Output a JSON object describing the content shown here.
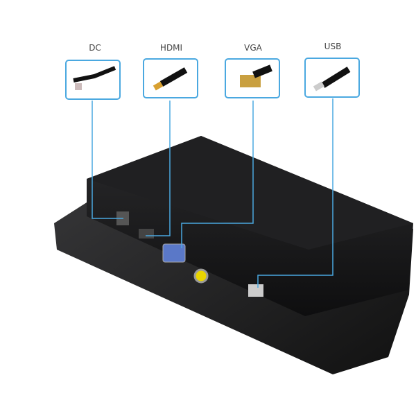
{
  "ports": [
    {
      "label": "DC"
    },
    {
      "label": "HDMI"
    },
    {
      "label": "VGA"
    },
    {
      "label": "USB"
    }
  ],
  "colors": {
    "accent": "#4aa8e0",
    "body": "#1c1c1e",
    "bezel": "#2a2a2c"
  }
}
